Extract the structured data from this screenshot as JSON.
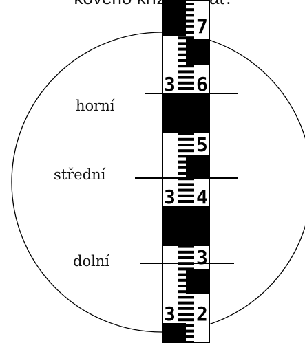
{
  "caption": "koveho kříže na lať.",
  "labels": {
    "upper": "horní",
    "middle": "střední",
    "lower": "dolní"
  },
  "staff_numbers": {
    "n7": "7",
    "n36": "3",
    "n6": "6",
    "n5": "5",
    "n34": "3",
    "n4": "4",
    "n3": "3",
    "n32": "3",
    "n2": "2"
  },
  "colors": {
    "ink": "#000000",
    "paper": "#ffffff"
  }
}
